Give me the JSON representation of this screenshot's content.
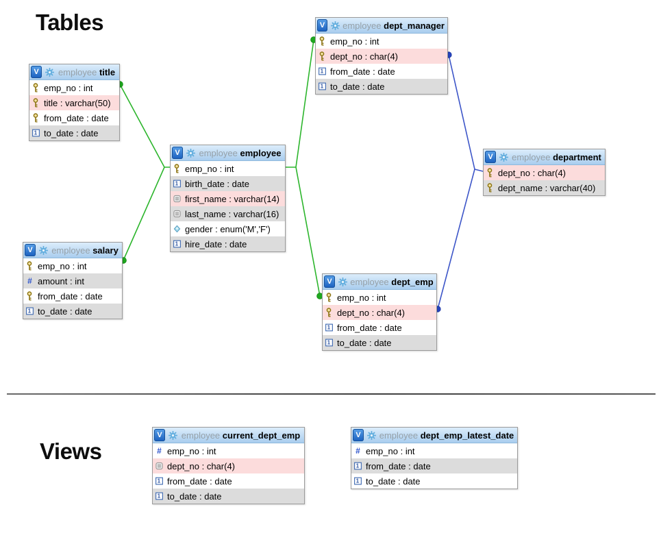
{
  "headings": {
    "tables": "Tables",
    "views": "Views"
  },
  "icons": {
    "view_badge_label": "V",
    "hash_glyph": "#",
    "gear": "gear-icon",
    "key": "primary-key-icon",
    "calendar": "date-type-icon",
    "text": "text-type-icon",
    "numeric": "numeric-type-icon",
    "enum": "enum-type-icon"
  },
  "colors": {
    "green_link": "#2cb52c",
    "blue_link": "#3c55c8",
    "pink_row": "#fcdcdc",
    "gray_row": "#dcdcdc",
    "header_top": "#dcedfb",
    "header_bottom": "#a9cdee",
    "badge_blue": "#1a5fbe"
  },
  "tables": [
    {
      "schema": "employee",
      "name": "title",
      "columns": [
        {
          "label": "emp_no : int",
          "icon": "key"
        },
        {
          "label": "title : varchar(50)",
          "icon": "key"
        },
        {
          "label": "from_date : date",
          "icon": "key"
        },
        {
          "label": "to_date : date",
          "icon": "calendar"
        }
      ]
    },
    {
      "schema": "employee",
      "name": "salary",
      "columns": [
        {
          "label": "emp_no : int",
          "icon": "key"
        },
        {
          "label": "amount : int",
          "icon": "numeric"
        },
        {
          "label": "from_date : date",
          "icon": "key"
        },
        {
          "label": "to_date : date",
          "icon": "calendar"
        }
      ]
    },
    {
      "schema": "employee",
      "name": "employee",
      "columns": [
        {
          "label": "emp_no : int",
          "icon": "key"
        },
        {
          "label": "birth_date : date",
          "icon": "calendar"
        },
        {
          "label": "first_name : varchar(14)",
          "icon": "text"
        },
        {
          "label": "last_name : varchar(16)",
          "icon": "text"
        },
        {
          "label": "gender : enum('M','F')",
          "icon": "enum"
        },
        {
          "label": "hire_date : date",
          "icon": "calendar"
        }
      ]
    },
    {
      "schema": "employee",
      "name": "dept_manager",
      "columns": [
        {
          "label": "emp_no : int",
          "icon": "key"
        },
        {
          "label": "dept_no : char(4)",
          "icon": "key"
        },
        {
          "label": "from_date : date",
          "icon": "calendar"
        },
        {
          "label": "to_date : date",
          "icon": "calendar"
        }
      ]
    },
    {
      "schema": "employee",
      "name": "dept_emp",
      "columns": [
        {
          "label": "emp_no : int",
          "icon": "key"
        },
        {
          "label": "dept_no : char(4)",
          "icon": "key"
        },
        {
          "label": "from_date : date",
          "icon": "calendar"
        },
        {
          "label": "to_date : date",
          "icon": "calendar"
        }
      ]
    },
    {
      "schema": "employee",
      "name": "department",
      "columns": [
        {
          "label": "dept_no : char(4)",
          "icon": "key"
        },
        {
          "label": "dept_name : varchar(40)",
          "icon": "key"
        }
      ]
    },
    {
      "schema": "employee",
      "name": "current_dept_emp",
      "columns": [
        {
          "label": "emp_no : int",
          "icon": "numeric"
        },
        {
          "label": "dept_no : char(4)",
          "icon": "text"
        },
        {
          "label": "from_date : date",
          "icon": "calendar"
        },
        {
          "label": "to_date : date",
          "icon": "calendar"
        }
      ]
    },
    {
      "schema": "employee",
      "name": "dept_emp_latest_date",
      "columns": [
        {
          "label": "emp_no : int",
          "icon": "numeric"
        },
        {
          "label": "from_date : date",
          "icon": "calendar"
        },
        {
          "label": "to_date : date",
          "icon": "calendar"
        }
      ]
    }
  ],
  "relations": [
    {
      "from": "title.emp_no",
      "to": "employee.emp_no",
      "color": "green"
    },
    {
      "from": "salary.emp_no",
      "to": "employee.emp_no",
      "color": "green"
    },
    {
      "from": "dept_manager.emp_no",
      "to": "employee.emp_no",
      "color": "green"
    },
    {
      "from": "dept_emp.emp_no",
      "to": "employee.emp_no",
      "color": "green"
    },
    {
      "from": "dept_manager.dept_no",
      "to": "department.dept_no",
      "color": "blue"
    },
    {
      "from": "dept_emp.dept_no",
      "to": "department.dept_no",
      "color": "blue"
    }
  ]
}
